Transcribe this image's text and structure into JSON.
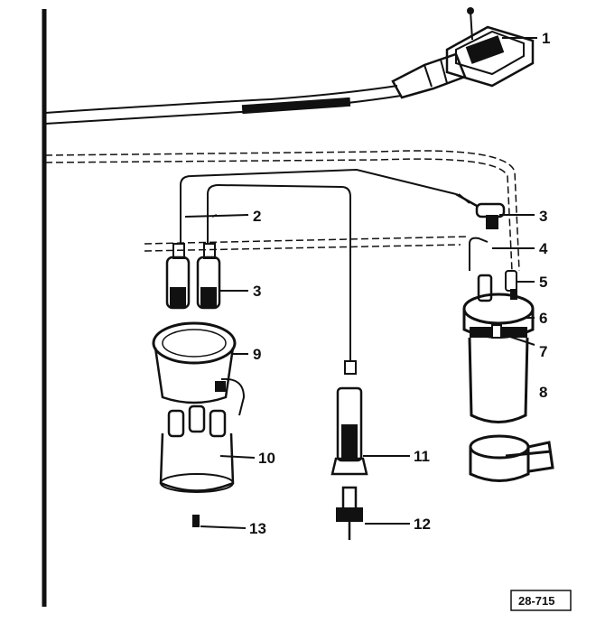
{
  "figure_reference": "28-715",
  "callouts": [
    {
      "id": "1",
      "label": "1"
    },
    {
      "id": "2",
      "label": "2"
    },
    {
      "id": "3",
      "label": "3"
    },
    {
      "id": "3b",
      "label": "3"
    },
    {
      "id": "4",
      "label": "4"
    },
    {
      "id": "5",
      "label": "5"
    },
    {
      "id": "6",
      "label": "6"
    },
    {
      "id": "7",
      "label": "7"
    },
    {
      "id": "8",
      "label": "8"
    },
    {
      "id": "9",
      "label": "9"
    },
    {
      "id": "10",
      "label": "10"
    },
    {
      "id": "11",
      "label": "11"
    },
    {
      "id": "12",
      "label": "12"
    },
    {
      "id": "13",
      "label": "13"
    }
  ],
  "colors": {
    "ink": "#111111",
    "paper": "#ffffff"
  }
}
